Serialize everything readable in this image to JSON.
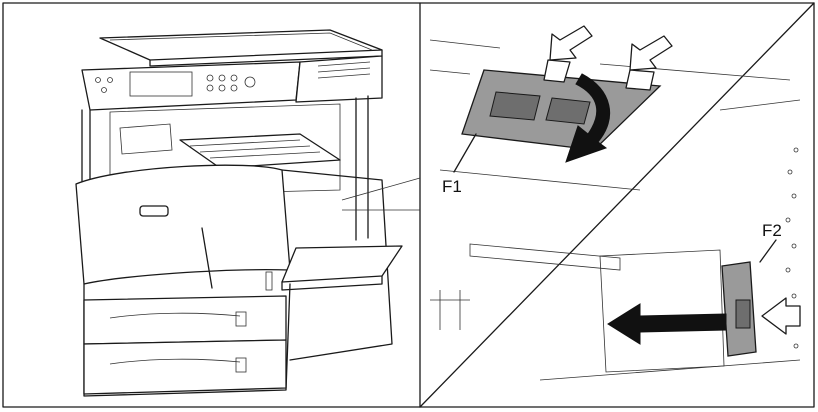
{
  "labels": {
    "f1": "F1",
    "f2": "F2"
  },
  "colors": {
    "line": "#1a1a1a",
    "part_fill": "#9a9a9a",
    "part_dark": "#6e6e6e",
    "background": "#ffffff"
  },
  "icons": {
    "press_arrow": "hollow-push-arrow",
    "motion_arrow": "curved-solid-arrow",
    "pull_arrow": "solid-left-arrow"
  }
}
